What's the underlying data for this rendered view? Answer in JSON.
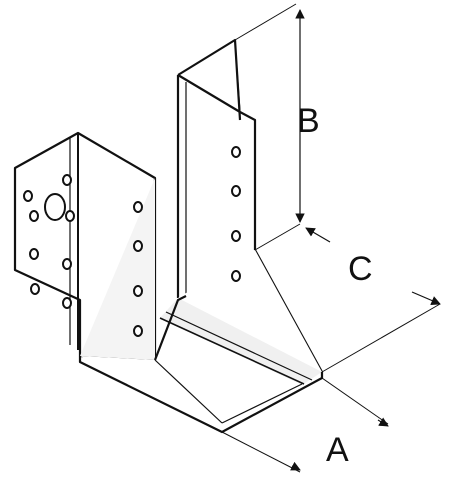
{
  "dimensions": {
    "a": {
      "label": "A"
    },
    "b": {
      "label": "B"
    },
    "c": {
      "label": "C"
    }
  },
  "colors": {
    "line": "#111111",
    "fill": "#ffffff",
    "shade": "#f2f2f2",
    "hole": "#222222"
  }
}
